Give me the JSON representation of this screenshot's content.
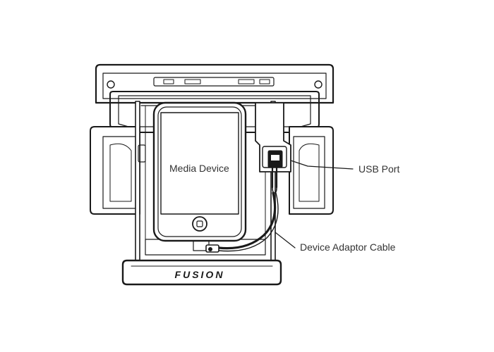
{
  "labels": {
    "media_device": "Media Device",
    "usb_port": "USB Port",
    "device_adaptor_cable": "Device Adaptor Cable"
  },
  "brand": {
    "logo_text": "FUSION"
  },
  "colors": {
    "line": "#1a1a1a",
    "fill": "#ffffff",
    "label_text": "#333333",
    "logo_fill": "#1a1a1a"
  }
}
